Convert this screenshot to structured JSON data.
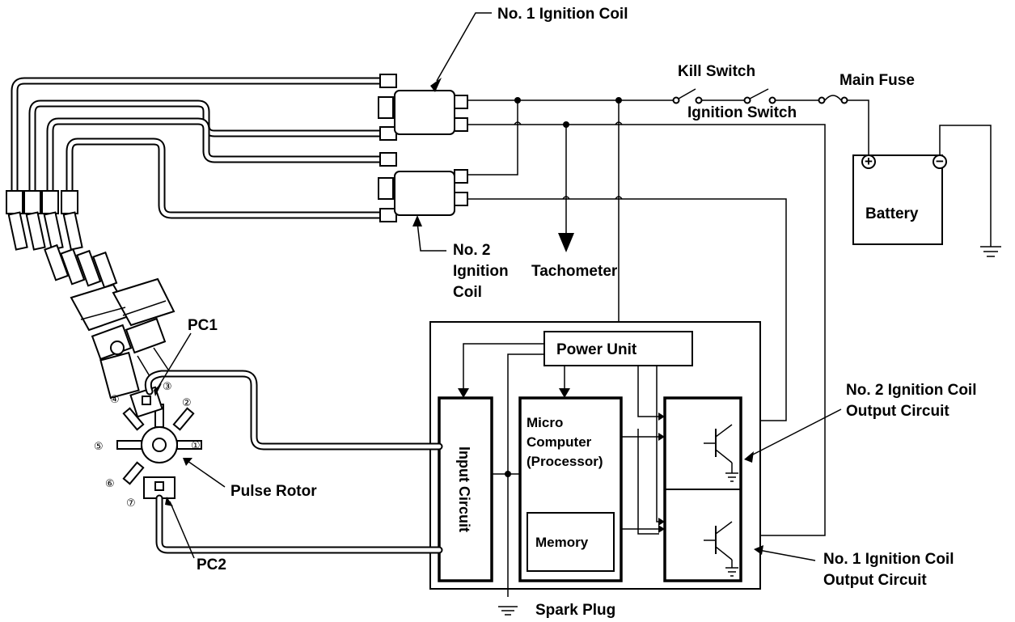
{
  "labels": {
    "coil1": "No. 1 Ignition Coil",
    "kill_switch": "Kill Switch",
    "main_fuse": "Main Fuse",
    "ignition_switch": "Ignition Switch",
    "battery": "Battery",
    "coil2_line1": "No. 2",
    "coil2_line2": "Ignition",
    "coil2_line3": "Coil",
    "tachometer": "Tachometer",
    "pc1": "PC1",
    "pc2": "PC2",
    "pulse_rotor": "Pulse Rotor",
    "power_unit": "Power Unit",
    "input_circuit": "Input Circuit",
    "micro_line1": "Micro",
    "micro_line2": "Computer",
    "micro_line3": "(Processor)",
    "memory": "Memory",
    "out2_line1": "No. 2 Ignition Coil",
    "out2_line2": "Output Circuit",
    "out1_line1": "No. 1  Ignition Coil",
    "out1_line2": "Output Circuit",
    "spark_plug": "Spark Plug",
    "battery_plus": "+",
    "battery_minus": "−"
  },
  "pulse_positions": [
    "①",
    "②",
    "③",
    "④",
    "⑤",
    "⑥",
    "⑦"
  ]
}
